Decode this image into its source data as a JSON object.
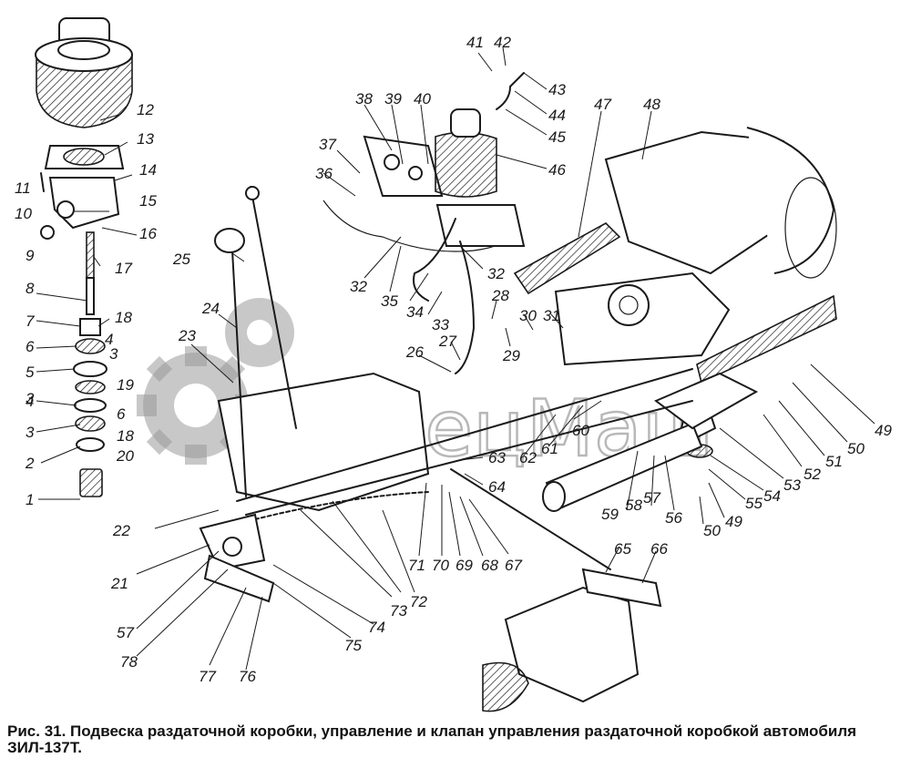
{
  "figure": {
    "caption": "Рис. 31. Подвеска раздаточной коробки, управление и клапан управления раздаточной коробкой автомобиля ЗИЛ-137Т."
  },
  "watermark": {
    "text": "СпецМаш",
    "icon": "gear-icon"
  },
  "callouts": [
    {
      "id": "c1",
      "label": "1"
    },
    {
      "id": "c2",
      "label": "2"
    },
    {
      "id": "c3a",
      "label": "3"
    },
    {
      "id": "c3b",
      "label": "3"
    },
    {
      "id": "c3c",
      "label": "3"
    },
    {
      "id": "c4a",
      "label": "4"
    },
    {
      "id": "c4b",
      "label": "4"
    },
    {
      "id": "c5",
      "label": "5"
    },
    {
      "id": "c6a",
      "label": "6"
    },
    {
      "id": "c6b",
      "label": "6"
    },
    {
      "id": "c7",
      "label": "7"
    },
    {
      "id": "c8",
      "label": "8"
    },
    {
      "id": "c9",
      "label": "9"
    },
    {
      "id": "c10",
      "label": "10"
    },
    {
      "id": "c11",
      "label": "11"
    },
    {
      "id": "c12",
      "label": "12"
    },
    {
      "id": "c13",
      "label": "13"
    },
    {
      "id": "c14",
      "label": "14"
    },
    {
      "id": "c15",
      "label": "15"
    },
    {
      "id": "c16",
      "label": "16"
    },
    {
      "id": "c17",
      "label": "17"
    },
    {
      "id": "c18a",
      "label": "18"
    },
    {
      "id": "c18b",
      "label": "18"
    },
    {
      "id": "c19",
      "label": "19"
    },
    {
      "id": "c20",
      "label": "20"
    },
    {
      "id": "c21",
      "label": "21"
    },
    {
      "id": "c22",
      "label": "22"
    },
    {
      "id": "c23",
      "label": "23"
    },
    {
      "id": "c24",
      "label": "24"
    },
    {
      "id": "c25",
      "label": "25"
    },
    {
      "id": "c26",
      "label": "26"
    },
    {
      "id": "c27",
      "label": "27"
    },
    {
      "id": "c28",
      "label": "28"
    },
    {
      "id": "c29",
      "label": "29"
    },
    {
      "id": "c30",
      "label": "30"
    },
    {
      "id": "c31",
      "label": "31"
    },
    {
      "id": "c32a",
      "label": "32"
    },
    {
      "id": "c32b",
      "label": "32"
    },
    {
      "id": "c33",
      "label": "33"
    },
    {
      "id": "c34",
      "label": "34"
    },
    {
      "id": "c35",
      "label": "35"
    },
    {
      "id": "c36",
      "label": "36"
    },
    {
      "id": "c37",
      "label": "37"
    },
    {
      "id": "c38",
      "label": "38"
    },
    {
      "id": "c39",
      "label": "39"
    },
    {
      "id": "c40",
      "label": "40"
    },
    {
      "id": "c41",
      "label": "41"
    },
    {
      "id": "c42",
      "label": "42"
    },
    {
      "id": "c43",
      "label": "43"
    },
    {
      "id": "c44",
      "label": "44"
    },
    {
      "id": "c45",
      "label": "45"
    },
    {
      "id": "c46",
      "label": "46"
    },
    {
      "id": "c47",
      "label": "47"
    },
    {
      "id": "c48",
      "label": "48"
    },
    {
      "id": "c49a",
      "label": "49"
    },
    {
      "id": "c49b",
      "label": "49"
    },
    {
      "id": "c50a",
      "label": "50"
    },
    {
      "id": "c50b",
      "label": "50"
    },
    {
      "id": "c51",
      "label": "51"
    },
    {
      "id": "c52",
      "label": "52"
    },
    {
      "id": "c53",
      "label": "53"
    },
    {
      "id": "c54",
      "label": "54"
    },
    {
      "id": "c55",
      "label": "55"
    },
    {
      "id": "c56",
      "label": "56"
    },
    {
      "id": "c57a",
      "label": "57"
    },
    {
      "id": "c57b",
      "label": "57"
    },
    {
      "id": "c58",
      "label": "58"
    },
    {
      "id": "c59",
      "label": "59"
    },
    {
      "id": "c60",
      "label": "60"
    },
    {
      "id": "c61",
      "label": "61"
    },
    {
      "id": "c62",
      "label": "62"
    },
    {
      "id": "c63",
      "label": "63"
    },
    {
      "id": "c64",
      "label": "64"
    },
    {
      "id": "c65",
      "label": "65"
    },
    {
      "id": "c66",
      "label": "66"
    },
    {
      "id": "c67",
      "label": "67"
    },
    {
      "id": "c68",
      "label": "68"
    },
    {
      "id": "c69",
      "label": "69"
    },
    {
      "id": "c70",
      "label": "70"
    },
    {
      "id": "c71",
      "label": "71"
    },
    {
      "id": "c72",
      "label": "72"
    },
    {
      "id": "c73",
      "label": "73"
    },
    {
      "id": "c74",
      "label": "74"
    },
    {
      "id": "c75",
      "label": "75"
    },
    {
      "id": "c76",
      "label": "76"
    },
    {
      "id": "c77",
      "label": "77"
    },
    {
      "id": "c78",
      "label": "78"
    }
  ]
}
